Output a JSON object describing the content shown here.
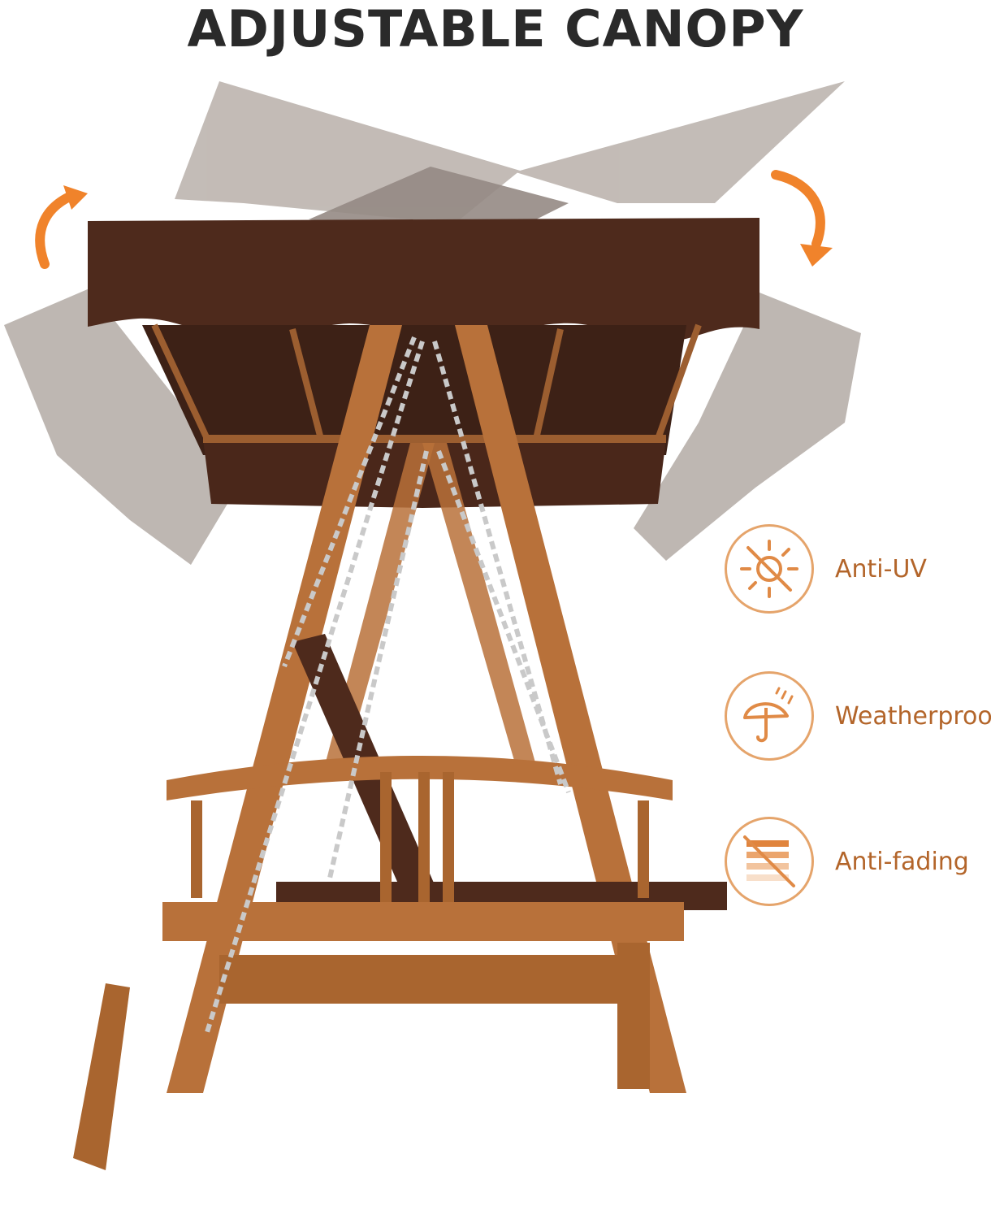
{
  "headline": "ADJUSTABLE CANOPY",
  "features": [
    {
      "label": "Anti-UV",
      "icon": "no-uv-sun-icon"
    },
    {
      "label": "Weatherproof",
      "icon": "umbrella-rain-icon"
    },
    {
      "label": "Anti-fading",
      "icon": "anti-fading-icon"
    }
  ],
  "colors": {
    "canopy": "#4e2a1c",
    "wood": "#b8713a",
    "accent": "#f0832b",
    "feature_text": "#b3652a",
    "headline": "#2a2a2a"
  }
}
